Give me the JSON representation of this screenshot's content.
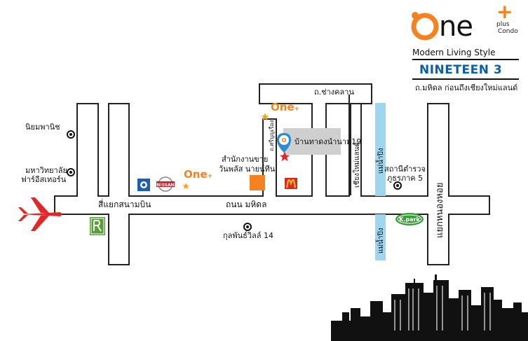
{
  "brand": {
    "logo_text": "ne",
    "plus_mark": "+",
    "plus_word": "plus",
    "condo_word": "Condo",
    "tagline": "Modern Living Style",
    "project_name": "NINETEEN 3",
    "subtitle": "ถ.มหิดล ก่อนถึงเชียงใหม่แลนด์"
  },
  "map": {
    "roads": {
      "top_road": "ถ.ช่างคลาน",
      "small_soi": "ถ.ศรีบุญเรือง",
      "main_road": "ถนน มหิดล",
      "junction": "สี่แยกสนามบิน",
      "chiangmai_land": "เชียงใหม่แลนด์",
      "ping_river_top": "แม่น้ำปิง",
      "ping_river_bottom": "แม่น้ำปิง",
      "vertical_right": "แยกหนองหอย"
    },
    "places": {
      "niyom_panich": "นิยมพานิช",
      "university_line1": "มหาวิทยาลัย",
      "university_line2": "ฟาร์อีสเทอร์น",
      "sales_office_line1": "สำนักงานขาย",
      "sales_office_line2": "วันพลัส นายน์ทีน",
      "project_site": "บ้านทาดงนำนาม19",
      "police_line1": "สถานีตำรวจ",
      "police_line2": "ภูธรภาค 5",
      "kulpan": "กุลพันธ์วิลล์ 14"
    },
    "icons": {
      "airport": "airplane-icon",
      "site_marker": "star-icon",
      "poi": "circle-marker-icon",
      "bank": "kbank-icon",
      "car_dealer": "nissan-icon",
      "restaurant": "mcdonalds-icon",
      "hotel": "hotel-icon",
      "park": "kpark-icon"
    },
    "logo_labels": {
      "nissan": "NISSAN",
      "kpark": "K.park"
    },
    "colors": {
      "river": "#9fd6ef",
      "sales_office": "#f58220",
      "star": "#f6a21e",
      "airplane": "#e32626",
      "site_box": "#cfcfcf",
      "site_pin": "#2b8bd6"
    }
  }
}
